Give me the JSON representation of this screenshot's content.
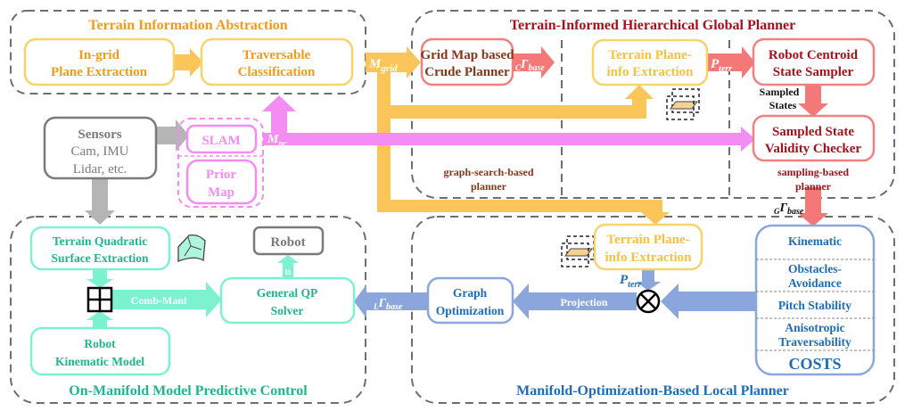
{
  "colors": {
    "orange_text": "#f29a1e",
    "yellow_border": "#f8d36a",
    "orange_arrow": "#fbc55a",
    "red_title": "#a3121c",
    "brown_text": "#8b3415",
    "red_border": "#f28080",
    "red_arrow": "#f47878",
    "pink": "#f48cf4",
    "gray": "#7a7a7a",
    "teal_text": "#21b48e",
    "teal": "#7df2cf",
    "blue_text": "#1f6cb6",
    "blue": "#8aa6dc"
  },
  "panels": {
    "abstraction": "Terrain Information Abstraction",
    "global": "Terrain-Informed Hierarchical Global Planner",
    "mpc": "On-Manifold Model Predictive Control",
    "local": "Manifold-Optimization-Based Local Planner"
  },
  "nodes": {
    "ingrid": [
      "In-grid",
      "Plane Extraction"
    ],
    "traversable": [
      "Traversable",
      "Classification"
    ],
    "gridmap": [
      "Grid Map based",
      "Crude Planner"
    ],
    "plane_global": [
      "Terrain Plane-",
      "info Extraction"
    ],
    "centroid": [
      "Robot Centroid",
      "State Sampler"
    ],
    "validity": [
      "Sampled State",
      "Validity Checker"
    ],
    "sensors": [
      "Sensors",
      "Cam, IMU",
      "Lidar, etc."
    ],
    "slam": "SLAM",
    "prior": [
      "Prior",
      "Map"
    ],
    "quadratic": [
      "Terrain Quadratic",
      "Surface Extraction"
    ],
    "kinematic_model": [
      "Robot",
      "Kinematic Model"
    ],
    "qp": [
      "General QP",
      "Solver"
    ],
    "robot": "Robot",
    "plane_local": [
      "Terrain Plane-",
      "info Extraction"
    ],
    "graphopt": [
      "Graph",
      "Optimization"
    ],
    "costs": {
      "items": [
        [
          "Kinematic"
        ],
        [
          "Obstacles-",
          "Avoidance"
        ],
        [
          "Pitch Stability"
        ],
        [
          "Anisotropic",
          "Traversability"
        ]
      ],
      "title": "COSTS"
    }
  },
  "labels": {
    "graph_search": [
      "graph-search-based",
      "planner"
    ],
    "sampling": [
      "sampling-based",
      "planner"
    ],
    "sampled_states": [
      "Sampled",
      "States"
    ],
    "m_grid": {
      "main": "M",
      "sub": "grid"
    },
    "m_pc": {
      "main": "M",
      "sub": "pc"
    },
    "c_gamma": {
      "pre": "C",
      "main": "Γ",
      "sub": "base"
    },
    "g_gamma": {
      "pre": "G",
      "main": "Γ",
      "sub": "base"
    },
    "l_gamma": {
      "pre": "L",
      "main": "Γ",
      "sub": "base"
    },
    "p_terr_global": {
      "main": "P",
      "sub": "terr"
    },
    "p_terr_local": {
      "main": "P",
      "sub": "terr"
    },
    "comb_mani": "Comb-Mani",
    "u": "u",
    "projection": "Projection"
  },
  "icons": [
    "plane-cube-icon",
    "quadratic-surface-icon",
    "combine-grid-icon",
    "projection-otimes-icon"
  ]
}
